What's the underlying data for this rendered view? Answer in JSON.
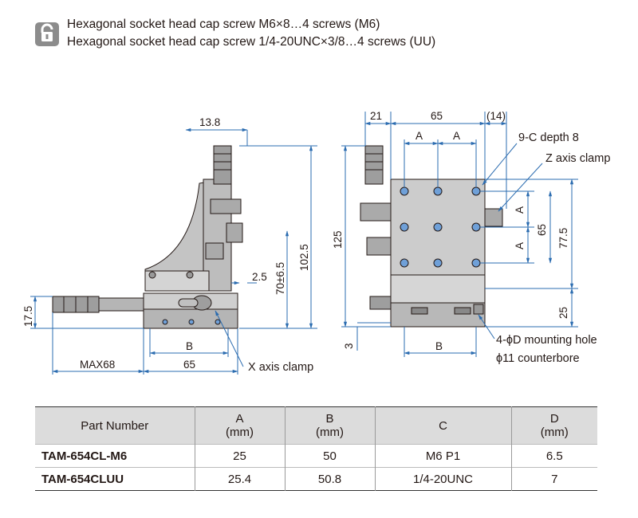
{
  "header": {
    "icon": "lock-screw-icon",
    "screw_m6": "Hexagonal socket head cap screw M6×8…4 screws (M6)",
    "screw_uu": "Hexagonal socket head cap screw 1/4-20UNC×3/8…4 screws (UU)"
  },
  "colors": {
    "dimension_line": "#2b6cb0",
    "outline": "#231815",
    "table_header": "#dcdcdc"
  },
  "side_view": {
    "dim_13_8": "13.8",
    "dim_2_5": "2.5",
    "dim_70": "70±6.5",
    "dim_102_5": "102.5",
    "dim_17_5": "17.5",
    "dim_max68": "MAX68",
    "dim_65": "65",
    "dim_b": "B",
    "x_axis_clamp": "X axis clamp"
  },
  "front_view": {
    "dim_21": "21",
    "dim_65_top": "65",
    "dim_14": "(14)",
    "dim_a1": "A",
    "dim_a2": "A",
    "dim_a_v1": "A",
    "dim_a_v2": "A",
    "dim_65_v": "65",
    "dim_77_5": "77.5",
    "dim_125": "125",
    "dim_25": "25",
    "dim_3": "3",
    "dim_b": "B",
    "c_depth": "9-C depth 8",
    "z_axis_clamp": "Z axis clamp",
    "mounting_hole": "4-ϕD mounting hole",
    "counterbore": "ϕ11 counterbore"
  },
  "table": {
    "headers": {
      "part_number": "Part Number",
      "a": "A",
      "a_unit": "(mm)",
      "b": "B",
      "b_unit": "(mm)",
      "c": "C",
      "d": "D",
      "d_unit": "(mm)"
    },
    "rows": [
      {
        "part_number": "TAM-654CL-M6",
        "a": "25",
        "b": "50",
        "c": "M6 P1",
        "d": "6.5"
      },
      {
        "part_number": "TAM-654CLUU",
        "a": "25.4",
        "b": "50.8",
        "c": "1/4-20UNC",
        "d": "7"
      }
    ]
  }
}
